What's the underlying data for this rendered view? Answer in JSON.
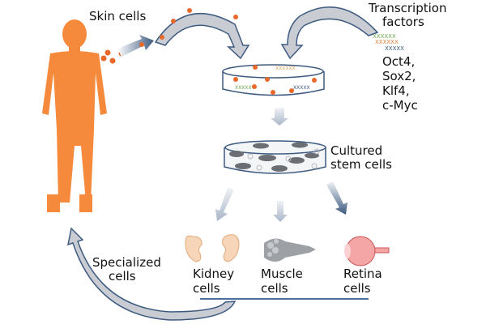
{
  "labels": {
    "skin_cells": "Skin cells",
    "transcription_factors_line1": "Transcription",
    "transcription_factors_line2": "factors",
    "factors": [
      "Oct4,",
      "Sox2,",
      "Klf4,",
      "c-Myc"
    ],
    "cultured_line1": "Cultured",
    "cultured_line2": "stem cells",
    "specialized_line1": "Specialized",
    "specialized_line2": "cells",
    "kidney_line1": "Kidney",
    "kidney_line2": "cells",
    "muscle_line1": "Muscle",
    "muscle_line2": "cells",
    "retina_line1": "Retina",
    "retina_line2": "cells"
  },
  "colors": {
    "body": "#f58a3c",
    "cell_dot": "#e8692a",
    "arrow_fill": "#c9cdd3",
    "arrow_stroke": "#3d5a80",
    "line": "#4a6f9c",
    "retina": "#f4a6a6"
  }
}
